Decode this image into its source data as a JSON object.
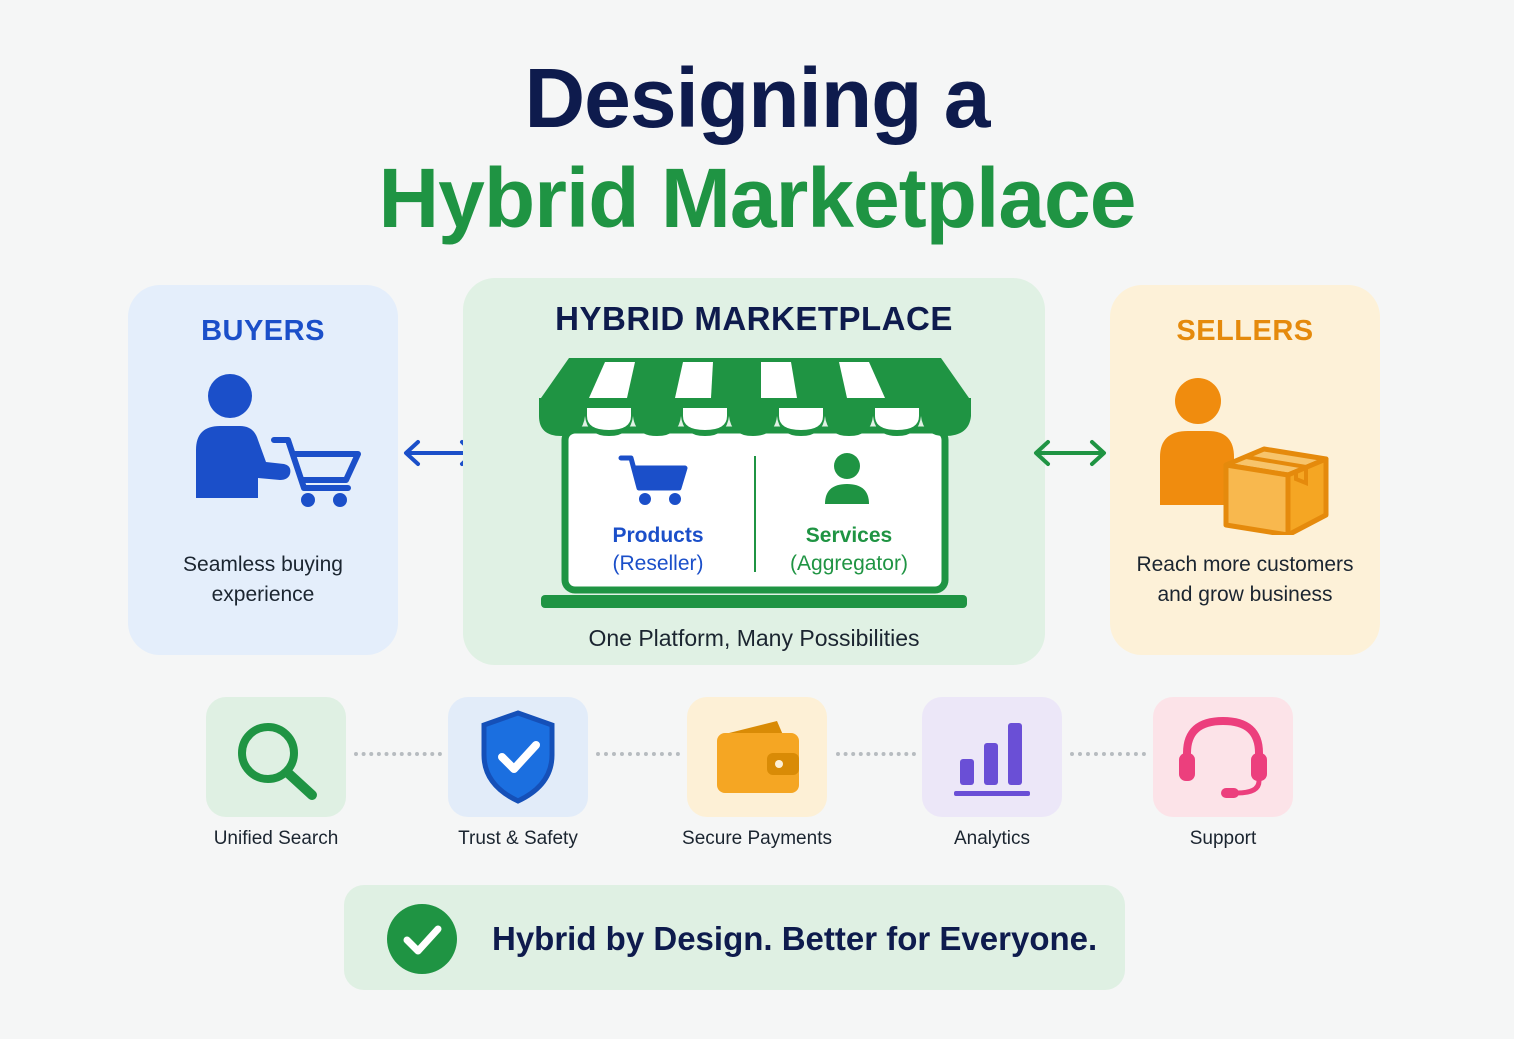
{
  "title": {
    "line1": "Designing a",
    "line2": "Hybrid Marketplace"
  },
  "buyers": {
    "heading": "BUYERS",
    "desc_line1": "Seamless buying",
    "desc_line2": "experience",
    "icon": "shopper-cart-icon"
  },
  "center": {
    "heading": "HYBRID MARKETPLACE",
    "products_label": "Products",
    "products_sub": "(Reseller)",
    "services_label": "Services",
    "services_sub": "(Aggregator)",
    "tagline": "One Platform, Many Possibilities",
    "icon": "storefront-icon"
  },
  "sellers": {
    "heading": "SELLERS",
    "desc_line1": "Reach more customers",
    "desc_line2": "and grow business",
    "icon": "seller-box-icon"
  },
  "features": [
    {
      "label": "Unified Search",
      "icon": "search-icon"
    },
    {
      "label": "Trust & Safety",
      "icon": "shield-check-icon"
    },
    {
      "label": "Secure Payments",
      "icon": "wallet-icon"
    },
    {
      "label": "Analytics",
      "icon": "bar-chart-icon"
    },
    {
      "label": "Support",
      "icon": "headset-icon"
    }
  ],
  "banner": {
    "text": "Hybrid by Design. Better for Everyone.",
    "icon": "check-circle-icon"
  },
  "colors": {
    "navy": "#0e1b4d",
    "green": "#1f9443",
    "blue": "#1b4fc9",
    "orange": "#e58a0c"
  }
}
